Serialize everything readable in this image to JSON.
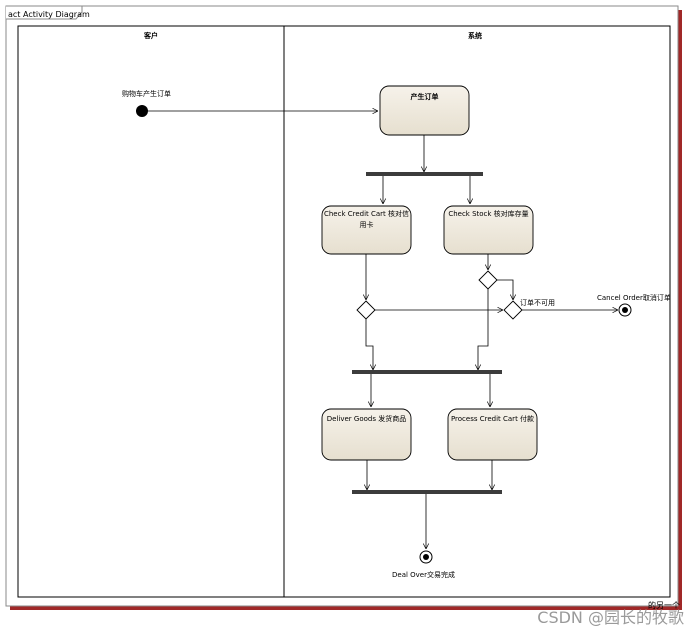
{
  "diagram": {
    "frame_title": "act Activity Diagram",
    "lanes": [
      {
        "label": "客户"
      },
      {
        "label": "系统"
      }
    ],
    "initial_label": "购物车产生订单",
    "nodes": {
      "create_order": "产生订单",
      "check_credit_line1": "Check Credit Cart 核对信",
      "check_credit_line2": "用卡",
      "check_stock": "Check Stock 核对库存量",
      "deliver_goods": "Deliver Goods 发货商品",
      "process_credit": "Process Credit Cart 付款"
    },
    "guard_label": "订单不可用",
    "cancel_label": "Cancel Order取消订单",
    "final_label": "Deal Over交易完成",
    "corner_note": "的另一个",
    "watermark": "CSDN @园长的牧歌",
    "colors": {
      "node_fill": "#efe9dd",
      "bar": "#3c3c3c",
      "shadow": "#a02828",
      "line": "#000000"
    }
  }
}
